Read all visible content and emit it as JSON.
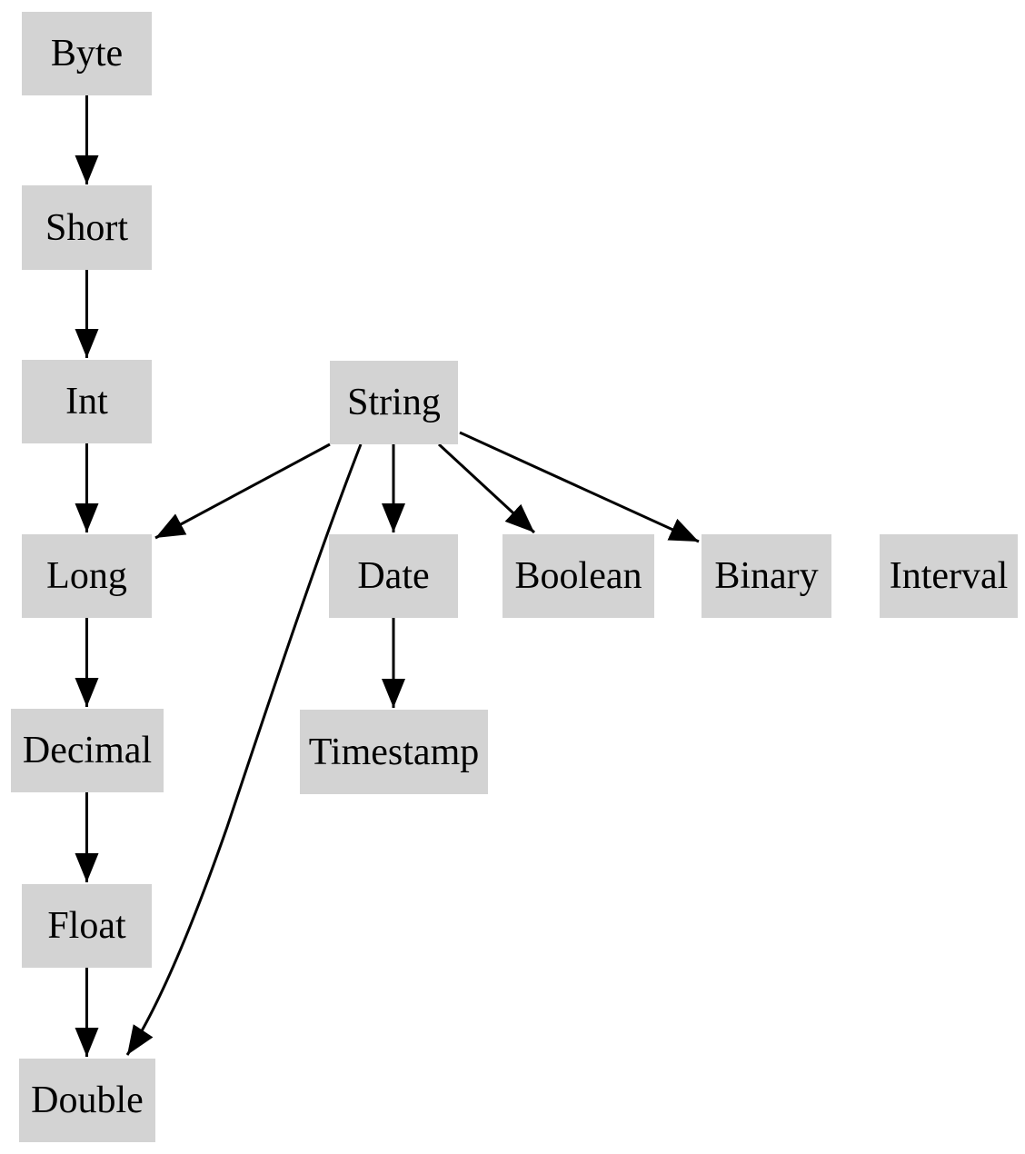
{
  "diagram": {
    "kind": "directed-graph",
    "background_color": "#ffffff",
    "node_fill_color": "#d3d3d3",
    "node_text_color": "#000000",
    "edge_color": "#000000",
    "nodes": [
      {
        "id": "byte",
        "label": "Byte"
      },
      {
        "id": "short",
        "label": "Short"
      },
      {
        "id": "int",
        "label": "Int"
      },
      {
        "id": "string",
        "label": "String"
      },
      {
        "id": "long",
        "label": "Long"
      },
      {
        "id": "date",
        "label": "Date"
      },
      {
        "id": "boolean",
        "label": "Boolean"
      },
      {
        "id": "binary",
        "label": "Binary"
      },
      {
        "id": "interval",
        "label": "Interval"
      },
      {
        "id": "decimal",
        "label": "Decimal"
      },
      {
        "id": "timestamp",
        "label": "Timestamp"
      },
      {
        "id": "float",
        "label": "Float"
      },
      {
        "id": "double",
        "label": "Double"
      }
    ],
    "edges": [
      {
        "from": "Byte",
        "to": "Short"
      },
      {
        "from": "Short",
        "to": "Int"
      },
      {
        "from": "Int",
        "to": "Long"
      },
      {
        "from": "String",
        "to": "Long"
      },
      {
        "from": "String",
        "to": "Date"
      },
      {
        "from": "String",
        "to": "Boolean"
      },
      {
        "from": "String",
        "to": "Binary"
      },
      {
        "from": "String",
        "to": "Double"
      },
      {
        "from": "Long",
        "to": "Decimal"
      },
      {
        "from": "Decimal",
        "to": "Float"
      },
      {
        "from": "Float",
        "to": "Double"
      },
      {
        "from": "Date",
        "to": "Timestamp"
      }
    ]
  }
}
